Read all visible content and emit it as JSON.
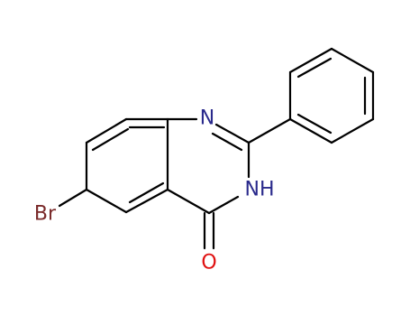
{
  "colors": {
    "bond": "#000000",
    "nitrogen": "#2a2a8c",
    "oxygen": "#e01010",
    "bromine": "#7a2a2a"
  },
  "atoms": {
    "n1": "N",
    "n3": "NH",
    "o": "O",
    "br": "Br"
  }
}
